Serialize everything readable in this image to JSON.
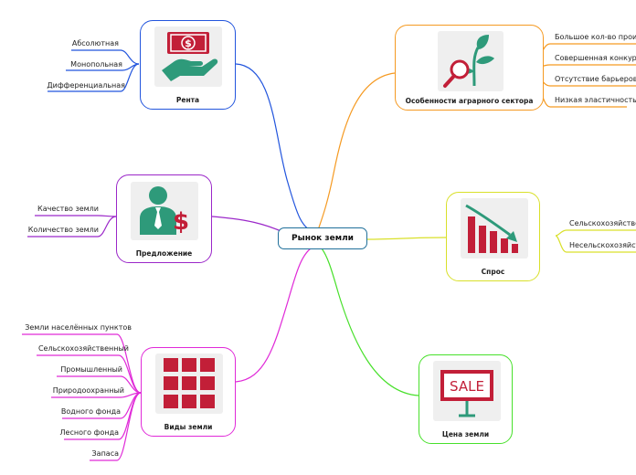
{
  "center": {
    "title": "Рынок земли"
  },
  "colors": {
    "rent": "#2255dd",
    "supply": "#9b27c9",
    "kinds": "#e02ad8",
    "agro": "#f59a22",
    "demand": "#d9e02a",
    "price": "#47e02a",
    "icon_red": "#c21f38",
    "icon_green": "#2e9a7a"
  },
  "nodes": {
    "rent": {
      "title": "Рента",
      "icon": "hand-money-icon",
      "items": [
        "Абсолютная",
        "Монопольная",
        "Дифференциальная"
      ]
    },
    "supply": {
      "title": "Предложение",
      "icon": "businessman-dollar-icon",
      "items": [
        "Качество земли",
        "Количество земли"
      ]
    },
    "kinds": {
      "title": "Виды земли",
      "icon": "grid-icon",
      "items": [
        "Земли населённых пунктов",
        "Сельскохозяйственный",
        "Промышленный",
        "Природоохранный",
        "Водного фонда",
        "Лесного фонда",
        "Запаса"
      ]
    },
    "agro": {
      "title": "Особенности аграрного сектора",
      "icon": "plant-magnifier-icon",
      "items": [
        "Большое кол-во прои",
        "Совершенная конкур",
        "Отсутствие барьеров",
        "Низкая эластичность"
      ]
    },
    "demand": {
      "title": "Спрос",
      "icon": "falling-chart-icon",
      "items": [
        "Сельскохозяйстве",
        "Несельскохозяйст"
      ]
    },
    "price": {
      "title": "Цена земли",
      "icon": "sale-sign-icon",
      "sign_text": "SALE"
    }
  }
}
